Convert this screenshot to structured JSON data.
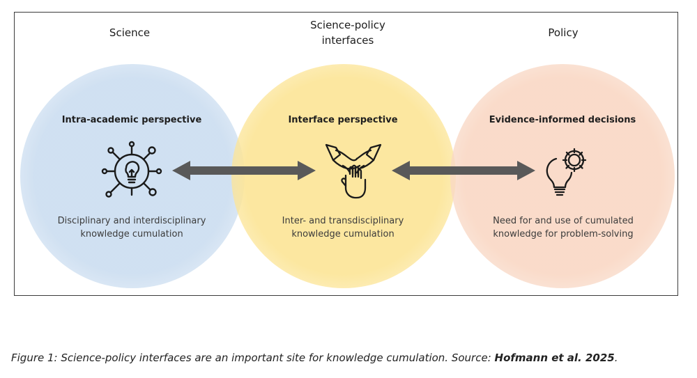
{
  "columns": {
    "science": {
      "title": "Science",
      "heading": "Intra-academic perspective",
      "desc_line1": "Disciplinary and interdisciplinary",
      "desc_line2": "knowledge cumulation",
      "icon": "lightbulb-network-icon",
      "color": "#cfe0f2"
    },
    "interface": {
      "title_line1": "Science-policy",
      "title_line2": "interfaces",
      "heading": "Interface perspective",
      "desc_line1": "Inter- and transdisciplinary",
      "desc_line2": "knowledge cumulation",
      "icon": "hands-together-icon",
      "color": "#fce598"
    },
    "policy": {
      "title": "Policy",
      "heading": "Evidence-informed decisions",
      "desc_line1": "Need for and use of cumulated",
      "desc_line2": "knowledge for problem-solving",
      "icon": "lightbulb-gear-icon",
      "color": "#f9d8c5"
    }
  },
  "arrows": {
    "color": "#595959",
    "icon": "double-headed-arrow-icon"
  },
  "caption": {
    "prefix": "Figure 1: Science-policy interfaces are an important site for knowledge cumulation. Source: ",
    "source": "Hofmann et al. 2025",
    "suffix": "."
  }
}
